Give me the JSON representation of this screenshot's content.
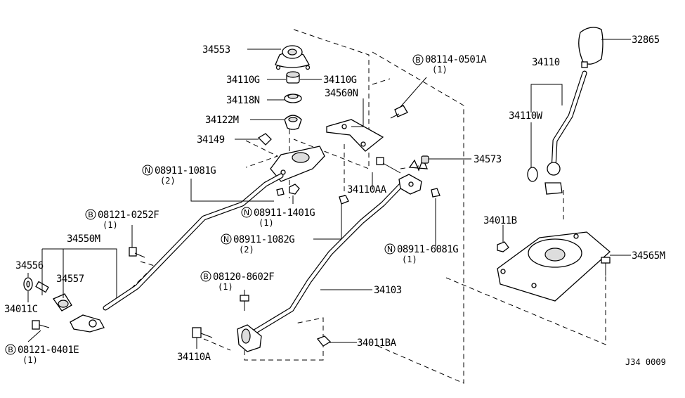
{
  "labels": {
    "p34553": "34553",
    "p34110g_left": "34110G",
    "p34110g_right": "34110G",
    "p34118n": "34118N",
    "p34122m": "34122M",
    "p34149": "34149",
    "p34560n": "34560N",
    "p08114": "08114-0501A",
    "p08114_qty": "(1)",
    "p08911_1081g": "08911-1081G",
    "p08911_1081g_qty": "(2)",
    "p34573": "34573",
    "p34110aa": "34110AA",
    "p08911_1401g": "08911-1401G",
    "p08911_1401g_qty": "(1)",
    "p08121_0252f": "08121-0252F",
    "p08121_0252f_qty": "(1)",
    "p08911_1082g": "08911-1082G",
    "p08911_1082g_qty": "(2)",
    "p34550m": "34550M",
    "p34556": "34556",
    "p34557": "34557",
    "p34011c": "34011C",
    "p08121_0401e": "08121-0401E",
    "p08121_0401e_qty": "(1)",
    "p08120_8602f": "08120-8602F",
    "p08120_8602f_qty": "(1)",
    "p34103": "34103",
    "p34110a": "34110A",
    "p34011ba": "34011BA",
    "p08911_6081g": "08911-6081G",
    "p08911_6081g_qty": "(1)",
    "p32865": "32865",
    "p34110": "34110",
    "p34110w": "34110W",
    "p34011b": "34011B",
    "p34565m": "34565M"
  },
  "prefixes": {
    "bolt": "B",
    "nut": "N"
  },
  "diagram_code": "J34 0009"
}
